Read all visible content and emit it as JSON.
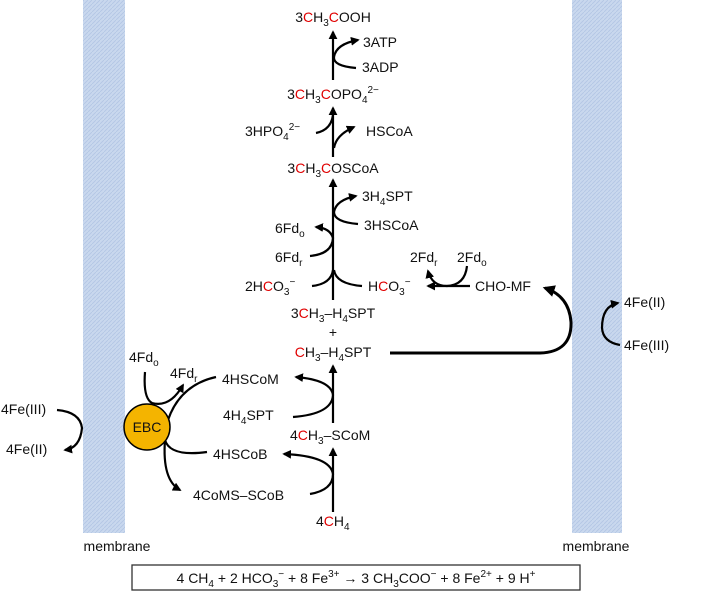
{
  "colors": {
    "carbon_highlight": "#e00000",
    "membrane": "#c9d8ee",
    "ebc_fill": "#f4b400"
  },
  "membrane_label": "membrane",
  "ebc_label": "EBC",
  "labels": {
    "acetate": [
      [
        "3",
        ""
      ],
      [
        "C",
        "r"
      ],
      [
        "H",
        ""
      ],
      [
        "3",
        "sub"
      ],
      [
        "C",
        "r"
      ],
      [
        "OOH",
        ""
      ]
    ],
    "atp": [
      [
        "3ATP",
        ""
      ]
    ],
    "adp": [
      [
        "3ADP",
        ""
      ]
    ],
    "acetyl_phosphate": [
      [
        "3",
        ""
      ],
      [
        "C",
        "r"
      ],
      [
        "H",
        ""
      ],
      [
        "3",
        "sub"
      ],
      [
        "C",
        "r"
      ],
      [
        "OPO",
        ""
      ],
      [
        "4",
        "sub"
      ],
      [
        "2−",
        "sup"
      ]
    ],
    "phosphate": [
      [
        "3HPO",
        ""
      ],
      [
        "4",
        "sub"
      ],
      [
        "2−",
        "sup"
      ]
    ],
    "hscoa": [
      [
        "HSCoA",
        ""
      ]
    ],
    "acetyl_coa": [
      [
        "3",
        ""
      ],
      [
        "C",
        "r"
      ],
      [
        "H",
        ""
      ],
      [
        "3",
        "sub"
      ],
      [
        "C",
        "r"
      ],
      [
        "OSCoA",
        ""
      ]
    ],
    "h4spt_3": [
      [
        "3H",
        ""
      ],
      [
        "4",
        "sub"
      ],
      [
        "SPT",
        ""
      ]
    ],
    "hscoa_3": [
      [
        "3HSCoA",
        ""
      ]
    ],
    "fdo_6": [
      [
        "6Fd",
        ""
      ],
      [
        "o",
        "sub"
      ]
    ],
    "fdr_6": [
      [
        "6Fd",
        ""
      ],
      [
        "r",
        "sub"
      ]
    ],
    "fdr_2": [
      [
        "2Fd",
        ""
      ],
      [
        "r",
        "sub"
      ]
    ],
    "fdo_2": [
      [
        "2Fd",
        ""
      ],
      [
        "o",
        "sub"
      ]
    ],
    "bicarb_2": [
      [
        "2H",
        ""
      ],
      [
        "C",
        "r"
      ],
      [
        "O",
        ""
      ],
      [
        "3",
        "sub"
      ],
      [
        "−",
        "sup"
      ]
    ],
    "bicarb_1": [
      [
        "H",
        ""
      ],
      [
        "C",
        "r"
      ],
      [
        "O",
        ""
      ],
      [
        "3",
        "sub"
      ],
      [
        "−",
        "sup"
      ]
    ],
    "cho_mf": [
      [
        "CHO-MF",
        ""
      ]
    ],
    "methyl_h4spt_3": [
      [
        "3",
        ""
      ],
      [
        "C",
        "r"
      ],
      [
        "H",
        ""
      ],
      [
        "3",
        "sub"
      ],
      [
        "–H",
        ""
      ],
      [
        "4",
        "sub"
      ],
      [
        "SPT",
        ""
      ]
    ],
    "plus": [
      [
        "+",
        ""
      ]
    ],
    "methyl_h4spt_1": [
      [
        "C",
        "r"
      ],
      [
        "H",
        ""
      ],
      [
        "3",
        "sub"
      ],
      [
        "–H",
        ""
      ],
      [
        "4",
        "sub"
      ],
      [
        "SPT",
        ""
      ]
    ],
    "fdo_4": [
      [
        "4Fd",
        ""
      ],
      [
        "o",
        "sub"
      ]
    ],
    "fdr_4": [
      [
        "4Fd",
        ""
      ],
      [
        "r",
        "sub"
      ]
    ],
    "hscom_4": [
      [
        "4HSCoM",
        ""
      ]
    ],
    "h4spt_4": [
      [
        "4H",
        ""
      ],
      [
        "4",
        "sub"
      ],
      [
        "SPT",
        ""
      ]
    ],
    "methyl_scom_4": [
      [
        "4",
        ""
      ],
      [
        "C",
        "r"
      ],
      [
        "H",
        ""
      ],
      [
        "3",
        "sub"
      ],
      [
        "–SCoM",
        ""
      ]
    ],
    "hscob_4": [
      [
        "4HSCoB",
        ""
      ]
    ],
    "heterodisulfide_4": [
      [
        "4CoMS–SCoB",
        ""
      ]
    ],
    "methane_4": [
      [
        "4",
        ""
      ],
      [
        "C",
        "r"
      ],
      [
        "H",
        ""
      ],
      [
        "4",
        "sub"
      ]
    ],
    "fe3_left": [
      [
        "4Fe(III)",
        ""
      ]
    ],
    "fe2_left": [
      [
        "4Fe(II)",
        ""
      ]
    ],
    "fe2_right": [
      [
        "4Fe(II)",
        ""
      ]
    ],
    "fe3_right": [
      [
        "4Fe(III)",
        ""
      ]
    ]
  },
  "equation": [
    [
      "4 CH",
      ""
    ],
    [
      "4",
      "sub"
    ],
    [
      " + 2 HCO",
      ""
    ],
    [
      "3",
      "sub"
    ],
    [
      "−",
      "sup"
    ],
    [
      " + 8 Fe",
      ""
    ],
    [
      "3+",
      "sup"
    ],
    [
      " → 3 CH",
      ""
    ],
    [
      "3",
      "sub"
    ],
    [
      "COO",
      ""
    ],
    [
      "−",
      "sup"
    ],
    [
      " + 8 Fe",
      ""
    ],
    [
      "2+",
      "sup"
    ],
    [
      " + 9 H",
      ""
    ],
    [
      "+",
      "sup"
    ]
  ]
}
